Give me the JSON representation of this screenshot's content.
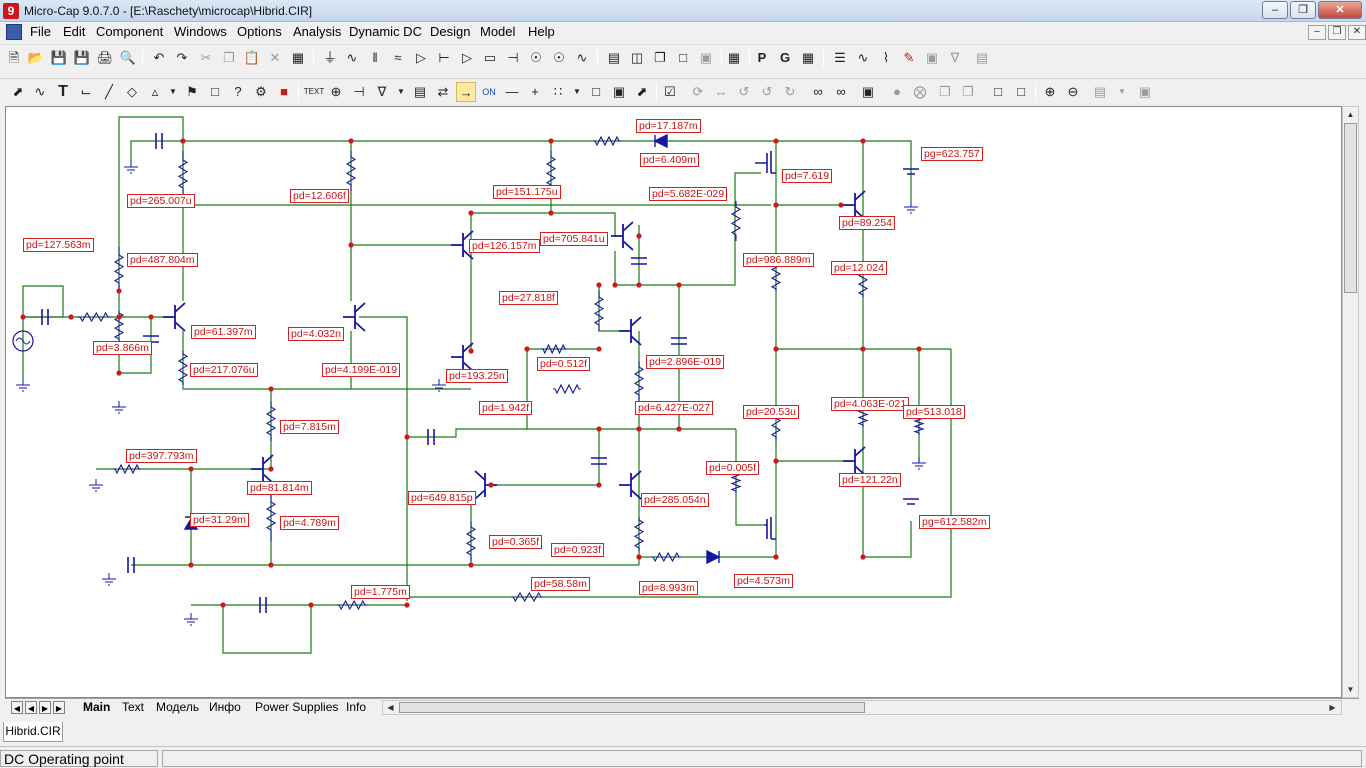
{
  "window": {
    "title": "Micro-Cap 9.0.7.0 - [E:\\Raschety\\microcap\\Hibrid.CIR]"
  },
  "menu": [
    {
      "label": "File"
    },
    {
      "label": "Edit"
    },
    {
      "label": "Component"
    },
    {
      "label": "Windows"
    },
    {
      "label": "Options"
    },
    {
      "label": "Analysis"
    },
    {
      "label": "Dynamic DC"
    },
    {
      "label": "Design"
    },
    {
      "label": "Model"
    },
    {
      "label": "Help"
    }
  ],
  "colors": {
    "wire": "#1a7a1a",
    "component": "#1616a0",
    "node": "#d01818",
    "label_border": "#d42020",
    "label_text": "#c81414"
  },
  "toolbar2": {
    "text_button": "TEXT"
  },
  "labels": [
    "pd=17.187m",
    "pd=6.409m",
    "pd=151.175u",
    "pd=5.682E-029",
    "pd=7.619",
    "pg=623.757",
    "pd=265.007u",
    "pd=12.606f",
    "pd=89.254",
    "pd=127.563m",
    "pd=705.841u",
    "pd=126.157m",
    "pd=487.804m",
    "pd=986.889m",
    "pd=12.024",
    "pd=27.818f",
    "pd=61.397m",
    "pd=4.032n",
    "pd=3.866m",
    "pd=0.512f",
    "pd=2.896E-019",
    "pd=217.076u",
    "pd=4.199E-019",
    "pd=193.25n",
    "pd=1.942f",
    "pd=6.427E-027",
    "pd=20.53u",
    "pd=4.063E-021",
    "pd=513.018",
    "pd=7.815m",
    "pd=397.793m",
    "pd=0.005f",
    "pd=121.22n",
    "pd=81.814m",
    "pd=285.054n",
    "pd=649.815p",
    "pd=31.29m",
    "pd=4.789m",
    "pg=612.582m",
    "pd=0.365f",
    "pd=0.923f",
    "pd=4.573m",
    "pd=58.58m",
    "pd=8.993m",
    "pd=1.775m"
  ],
  "tabs": [
    {
      "label": "Main"
    },
    {
      "label": "Text"
    },
    {
      "label": "Модель"
    },
    {
      "label": "Инфо"
    },
    {
      "label": "Power Supplies"
    },
    {
      "label": "Info"
    }
  ],
  "document_tab": "Hibrid.CIR",
  "status": {
    "mode": "DC Operating point"
  }
}
